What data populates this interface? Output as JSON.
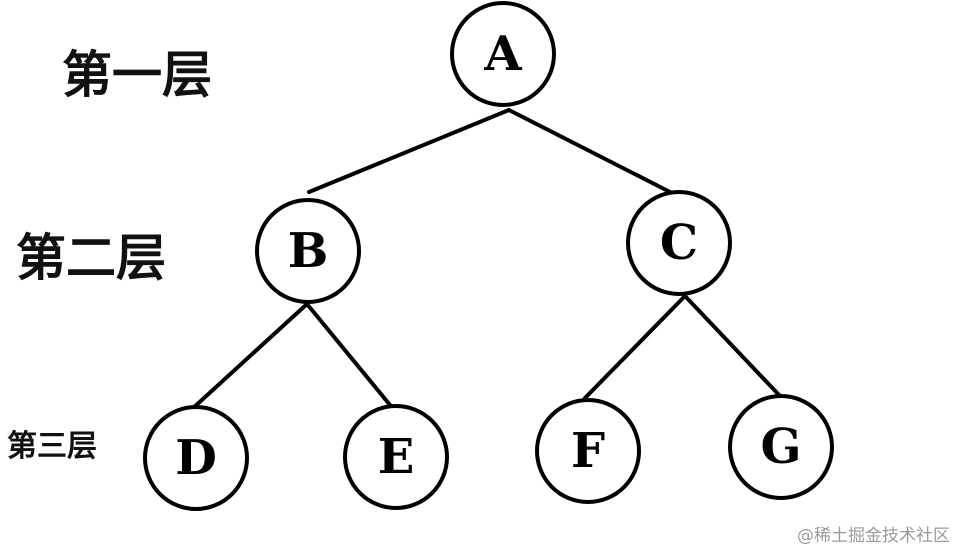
{
  "level_labels": {
    "level1": "第一层",
    "level2": "第二层",
    "level3": "第三层"
  },
  "nodes": {
    "a": "A",
    "b": "B",
    "c": "C",
    "d": "D",
    "e": "E",
    "f": "F",
    "g": "G"
  },
  "edges": [
    {
      "from": "A",
      "to": "B"
    },
    {
      "from": "A",
      "to": "C"
    },
    {
      "from": "B",
      "to": "D"
    },
    {
      "from": "B",
      "to": "E"
    },
    {
      "from": "C",
      "to": "F"
    },
    {
      "from": "C",
      "to": "G"
    }
  ],
  "watermark": "@稀土掘金技术社区",
  "colors": {
    "stroke": "#000000",
    "background": "#ffffff",
    "watermark": "#9a9a9a"
  }
}
